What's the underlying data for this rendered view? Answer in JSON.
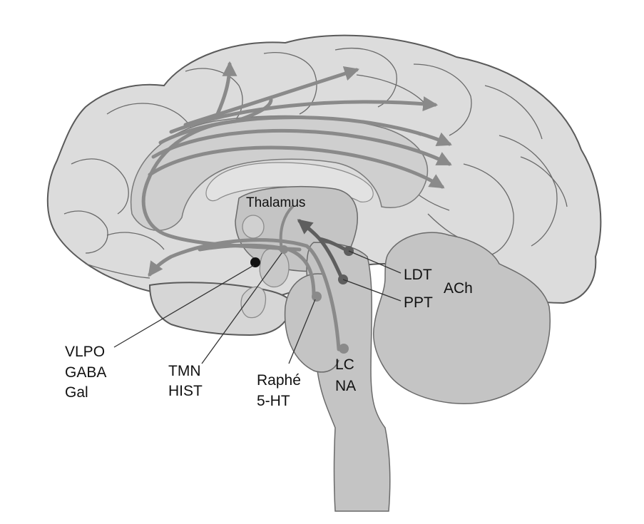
{
  "labels": {
    "thalamus": "Thalamus",
    "ldt": "LDT",
    "ach": "ACh",
    "ppt": "PPT",
    "vlpo": [
      "VLPO",
      "GABA",
      "Gal"
    ],
    "tmn": [
      "TMN",
      "HIST"
    ],
    "raphe": [
      "Raphé",
      "5-HT"
    ],
    "lc": [
      "LC",
      "NA"
    ]
  },
  "colors": {
    "cortex": "#dcdcdc",
    "deep": "#c4c4c4",
    "pathway": "#8a8a8a",
    "pathway_dark": "#5e5e5e",
    "vlpo_dot": "#111111"
  }
}
